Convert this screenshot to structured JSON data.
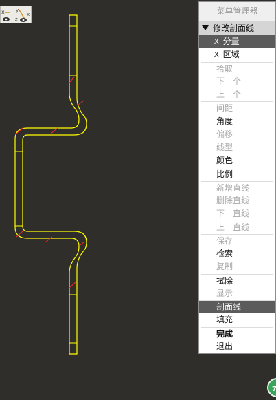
{
  "menu": {
    "title": "菜单管理器",
    "section": "修改剖面线",
    "items": [
      {
        "label": "分量",
        "marker": "X"
      },
      {
        "label": "区域",
        "marker": "X"
      },
      {
        "label": "拾取"
      },
      {
        "label": "下一个"
      },
      {
        "label": "上一个"
      },
      {
        "label": "间距"
      },
      {
        "label": "角度"
      },
      {
        "label": "偏移"
      },
      {
        "label": "线型"
      },
      {
        "label": "颜色"
      },
      {
        "label": "比例"
      },
      {
        "label": "新增直线"
      },
      {
        "label": "删除直线"
      },
      {
        "label": "下一直线"
      },
      {
        "label": "上一直线"
      },
      {
        "label": "保存"
      },
      {
        "label": "检索"
      },
      {
        "label": "复制"
      },
      {
        "label": "拭除"
      },
      {
        "label": "显示"
      },
      {
        "label": "剖面线"
      },
      {
        "label": "填充"
      },
      {
        "label": "完成"
      },
      {
        "label": "退出"
      }
    ]
  },
  "view_tools": {
    "icons": [
      "x-axis-view-icon",
      "yzx-axis-view-icon"
    ],
    "labels": [
      "x",
      "y",
      "x",
      "z"
    ]
  },
  "badge": {
    "text": "7"
  },
  "colors": {
    "background": "#2f2e2a",
    "profile_line": "#ffff00",
    "hatch_line": "#ff2a2a",
    "selected_menu_bg": "#5b5b5b",
    "disabled_text": "#a9a9a9"
  }
}
